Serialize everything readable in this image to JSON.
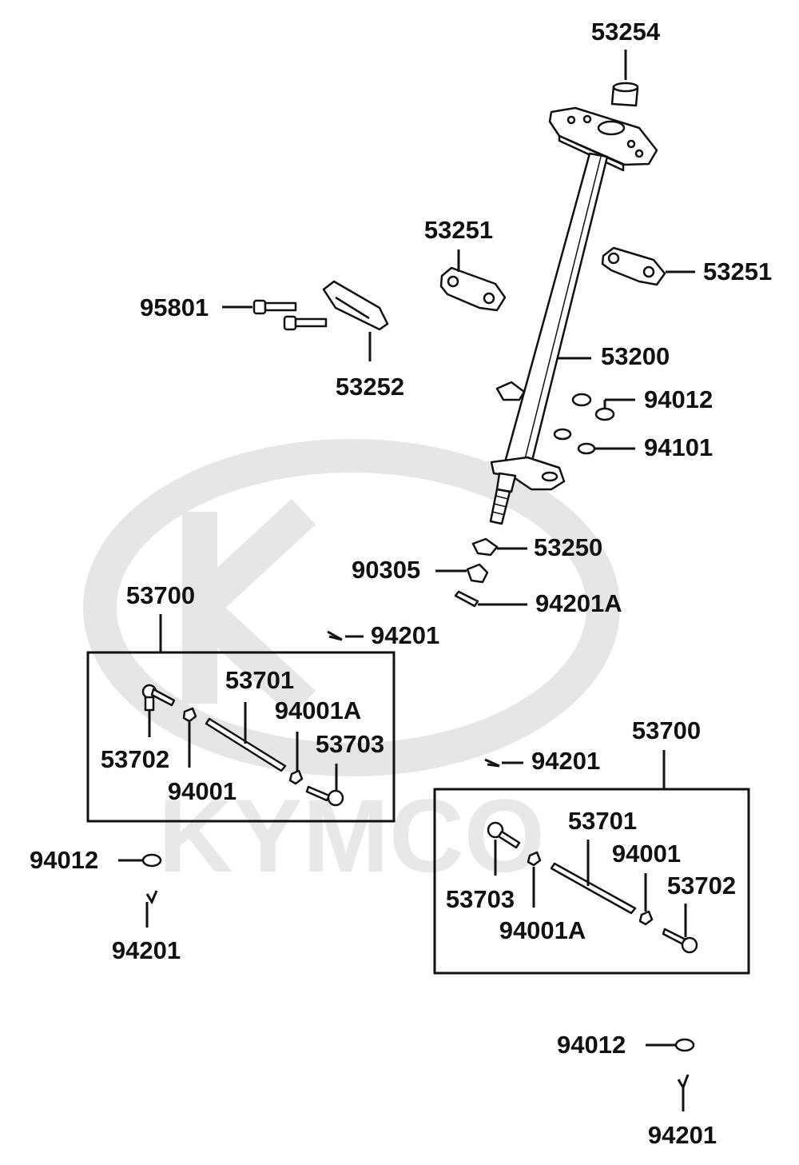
{
  "watermark": {
    "text": "KYMCO"
  },
  "labels": {
    "p53254": "53254",
    "p53251_a": "53251",
    "p53251_b": "53251",
    "p95801": "95801",
    "p53252": "53252",
    "p53200": "53200",
    "p94012_a": "94012",
    "p94101": "94101",
    "p53250": "53250",
    "p90305": "90305",
    "p94201A": "94201A",
    "p94201_a": "94201",
    "p53700_a": "53700",
    "p53701_a": "53701",
    "p94001A_a": "94001A",
    "p53703_a": "53703",
    "p53702_a": "53702",
    "p94001_a": "94001",
    "p94012_b": "94012",
    "p94201_b": "94201",
    "p53700_b": "53700",
    "p94201_c": "94201",
    "p53701_b": "53701",
    "p94001_b": "94001",
    "p53702_b": "53702",
    "p53703_b": "53703",
    "p94001A_b": "94001A",
    "p94012_c": "94012",
    "p94201_d": "94201"
  },
  "colors": {
    "ink": "#111111",
    "watermark": "#e6e6e6",
    "background": "#ffffff"
  }
}
